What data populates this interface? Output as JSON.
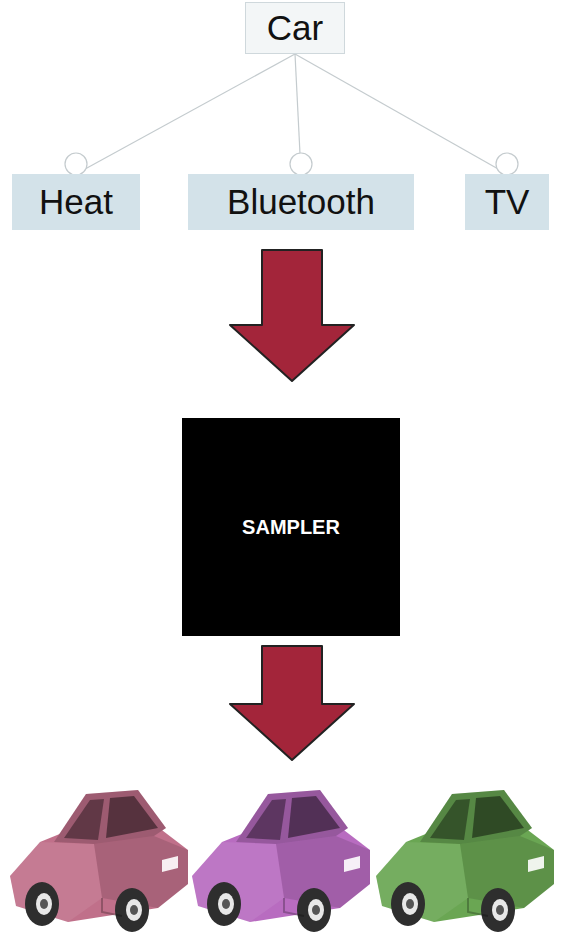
{
  "diagram": {
    "nodes": [
      {
        "text": [
          "Car"
        ]
      },
      {
        "text": [
          "Heat"
        ]
      },
      {
        "text": [
          "Bluetooth"
        ]
      },
      {
        "text": [
          "TV"
        ]
      },
      {
        "text": [
          "SAMPLER"
        ]
      }
    ],
    "edges": [
      {
        "from": 0,
        "to": 1,
        "arrow": "none"
      },
      {
        "from": 0,
        "to": 2,
        "arrow": "none"
      },
      {
        "from": 0,
        "to": 3,
        "arrow": "none"
      }
    ]
  }
}
